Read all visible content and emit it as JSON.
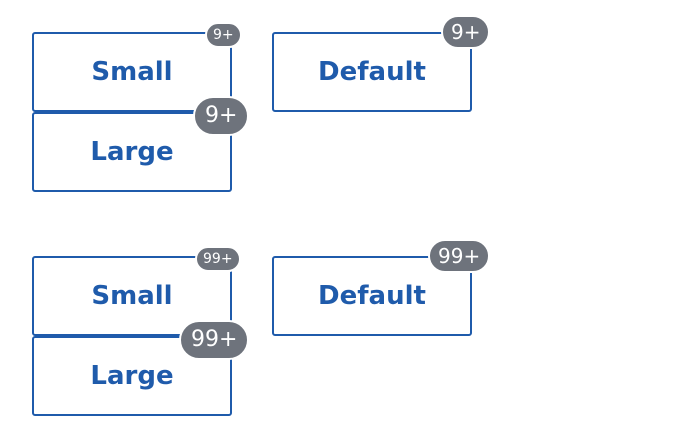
{
  "colors": {
    "button_border": "#1f5bab",
    "button_text": "#1f5bab",
    "badge_background": "#6e737c",
    "badge_text": "#ffffff"
  },
  "group_single_digit": {
    "small_button": {
      "label": "Small",
      "badge": "9+"
    },
    "default_button": {
      "label": "Default",
      "badge": "9+"
    },
    "large_button": {
      "label": "Large",
      "badge": "9+"
    }
  },
  "group_double_digit": {
    "small_button": {
      "label": "Small",
      "badge": "99+"
    },
    "default_button": {
      "label": "Default",
      "badge": "99+"
    },
    "large_button": {
      "label": "Large",
      "badge": "99+"
    }
  }
}
